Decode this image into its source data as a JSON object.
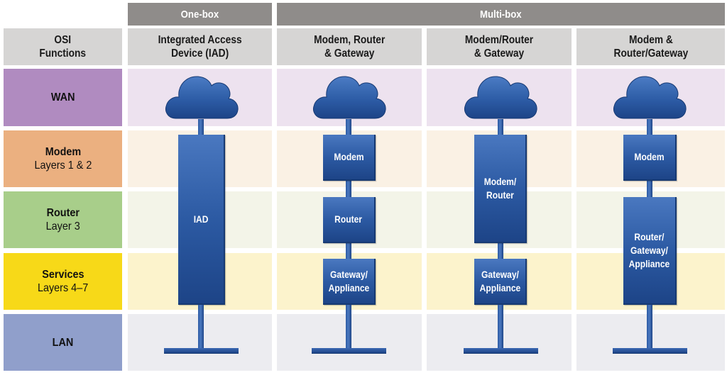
{
  "groups": {
    "one_box": "One-box",
    "multi_box": "Multi-box"
  },
  "columns": {
    "functions": "OSI\nFunctions",
    "iad": "Integrated Access\nDevice (IAD)",
    "mrg": "Modem, Router\n& Gateway",
    "mr_g": "Modem/Router\n& Gateway",
    "m_rg": "Modem &\nRouter/Gateway"
  },
  "rows": {
    "wan": {
      "title": "WAN",
      "sub": "",
      "color": "#b08bc0",
      "tint": "#ede2ef"
    },
    "modem": {
      "title": "Modem",
      "sub": "Layers 1 & 2",
      "color": "#ebb080",
      "tint": "#faf1e4"
    },
    "router": {
      "title": "Router",
      "sub": "Layer 3",
      "color": "#a8ce8a",
      "tint": "#f3f4e8"
    },
    "services": {
      "title": "Services",
      "sub": "Layers 4–7",
      "color": "#f7d918",
      "tint": "#fcf3cc"
    },
    "lan": {
      "title": "LAN",
      "sub": "",
      "color": "#909fcb",
      "tint": "#ececf0"
    }
  },
  "devices": {
    "iad": "IAD",
    "c2_modem": "Modem",
    "c2_router": "Router",
    "c2_gateway": "Gateway/\nAppliance",
    "c3_modem_router": "Modem/\nRouter",
    "c3_gateway": "Gateway/\nAppliance",
    "c4_modem": "Modem",
    "c4_router_gateway": "Router/\nGateway/\nAppliance"
  },
  "icons": {
    "cloud": "cloud-icon",
    "lan_bus": "network-bus-icon"
  },
  "colors": {
    "device_blue": "#2c5aa3",
    "group_header": "#8f8c8a",
    "column_header": "#d6d5d4"
  }
}
